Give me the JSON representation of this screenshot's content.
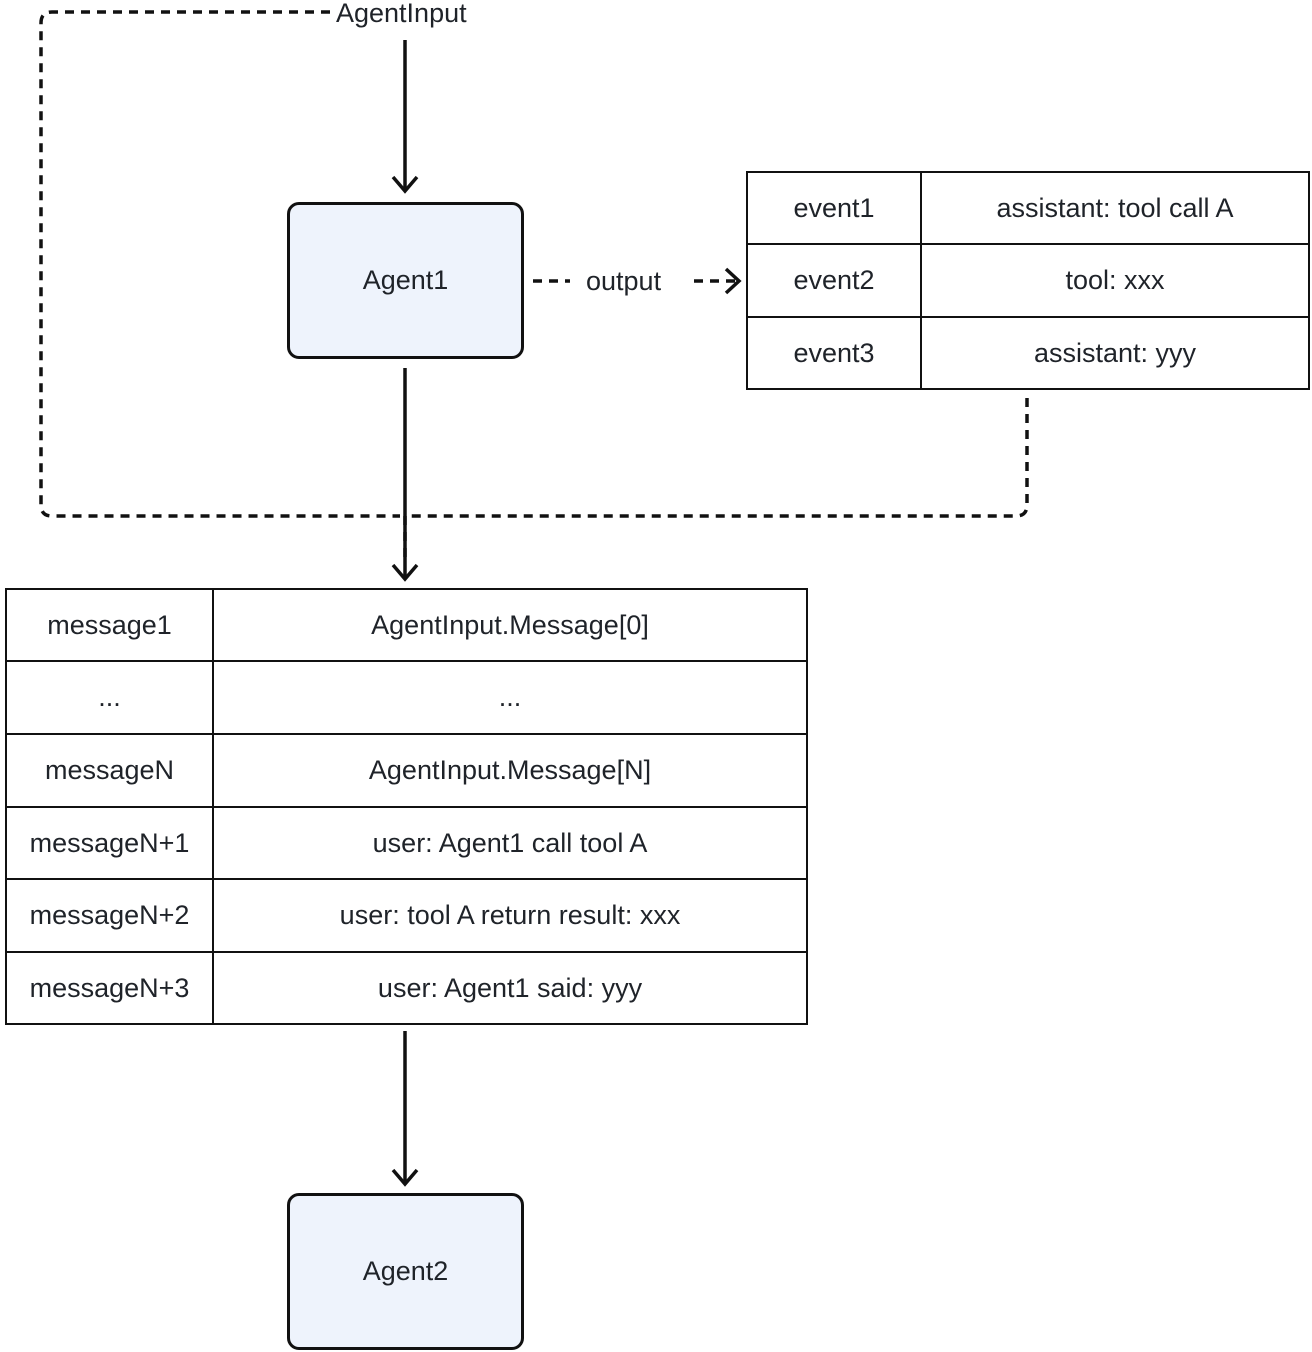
{
  "input_label": "AgentInput",
  "output_label": "output",
  "agents": {
    "agent1": "Agent1",
    "agent2": "Agent2"
  },
  "events": [
    {
      "id": "event1",
      "content": "assistant: tool call A"
    },
    {
      "id": "event2",
      "content": "tool: xxx"
    },
    {
      "id": "event3",
      "content": "assistant: yyy"
    }
  ],
  "messages": [
    {
      "id": "message1",
      "content": "AgentInput.Message[0]"
    },
    {
      "id": "...",
      "content": "..."
    },
    {
      "id": "messageN",
      "content": "AgentInput.Message[N]"
    },
    {
      "id": "messageN+1",
      "content": "user: Agent1 call tool A"
    },
    {
      "id": "messageN+2",
      "content": "user: tool A return result: xxx"
    },
    {
      "id": "messageN+3",
      "content": "user: Agent1 said: yyy"
    }
  ]
}
